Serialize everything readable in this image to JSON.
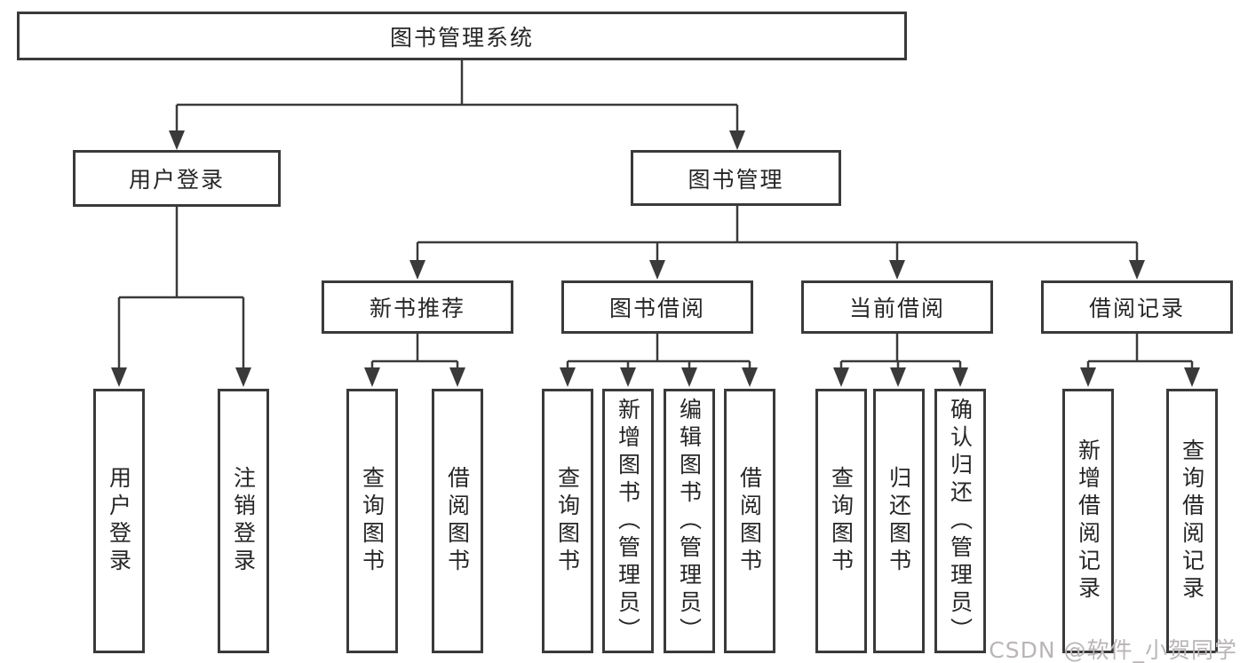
{
  "diagram": {
    "title": "图书管理系统",
    "tree": {
      "root": {
        "label": "图书管理系统"
      },
      "branches": [
        {
          "label": "用户登录",
          "children": [
            {
              "label": "用户登录"
            },
            {
              "label": "注销登录"
            }
          ]
        },
        {
          "label": "图书管理",
          "children": [
            {
              "label": "新书推荐",
              "children": [
                {
                  "label": "查询图书"
                },
                {
                  "label": "借阅图书"
                }
              ]
            },
            {
              "label": "图书借阅",
              "children": [
                {
                  "label": "查询图书"
                },
                {
                  "label": "新增图书（管理员）"
                },
                {
                  "label": "编辑图书（管理员）"
                },
                {
                  "label": "借阅图书"
                }
              ]
            },
            {
              "label": "当前借阅",
              "children": [
                {
                  "label": "查询图书"
                },
                {
                  "label": "归还图书"
                },
                {
                  "label": "确认归还（管理员）"
                }
              ]
            },
            {
              "label": "借阅记录",
              "children": [
                {
                  "label": "新增借阅记录"
                },
                {
                  "label": "查询借阅记录"
                }
              ]
            }
          ]
        }
      ]
    },
    "colors": {
      "line": "#3a3a3a",
      "box_border": "#3a3a3a",
      "box_fill": "#ffffff",
      "text": "#262626",
      "background": "#ffffff",
      "watermark": "#b9b5b6"
    }
  },
  "watermark": {
    "text": "CSDN @软件_小贺同学"
  }
}
